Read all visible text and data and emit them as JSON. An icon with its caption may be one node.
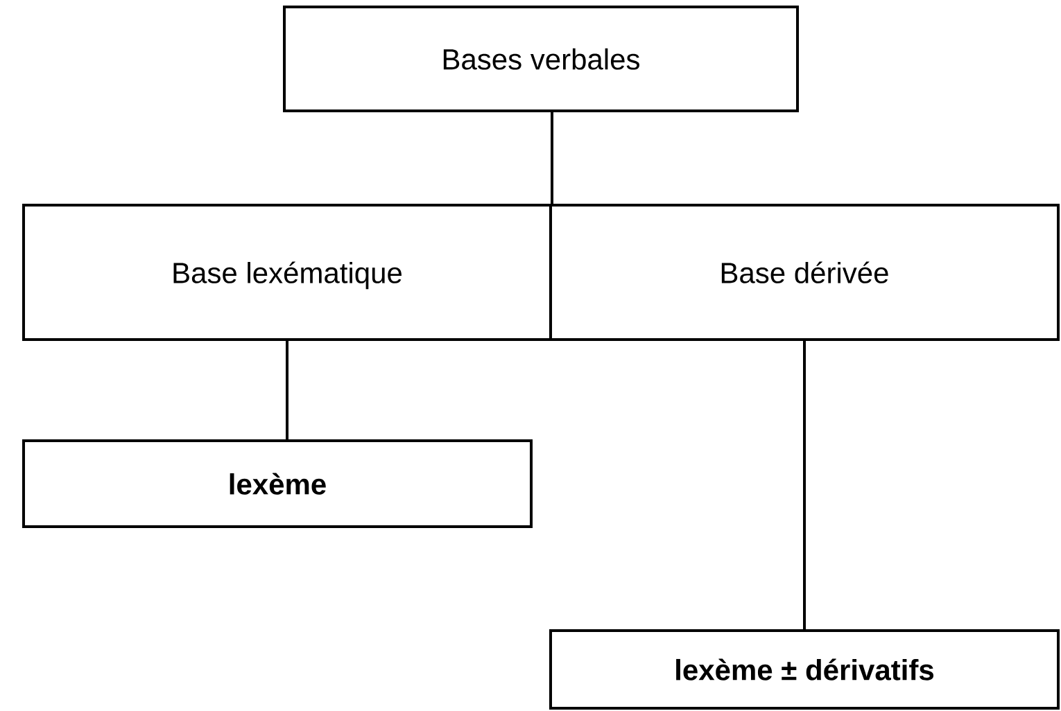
{
  "diagram": {
    "nodes": [
      {
        "text": [
          "Bases verbales"
        ]
      },
      {
        "text": [
          "Base lexématique"
        ]
      },
      {
        "text": [
          "Base dérivée"
        ]
      },
      {
        "text": [
          "lexème"
        ]
      },
      {
        "text": [
          "lexème ± dérivatifs"
        ]
      }
    ],
    "edges": [
      {
        "from": 0,
        "to": 1,
        "arrow": "none"
      },
      {
        "from": 0,
        "to": 2,
        "arrow": "none"
      },
      {
        "from": 1,
        "to": 3,
        "arrow": "none"
      },
      {
        "from": 2,
        "to": 4,
        "arrow": "none"
      }
    ]
  }
}
